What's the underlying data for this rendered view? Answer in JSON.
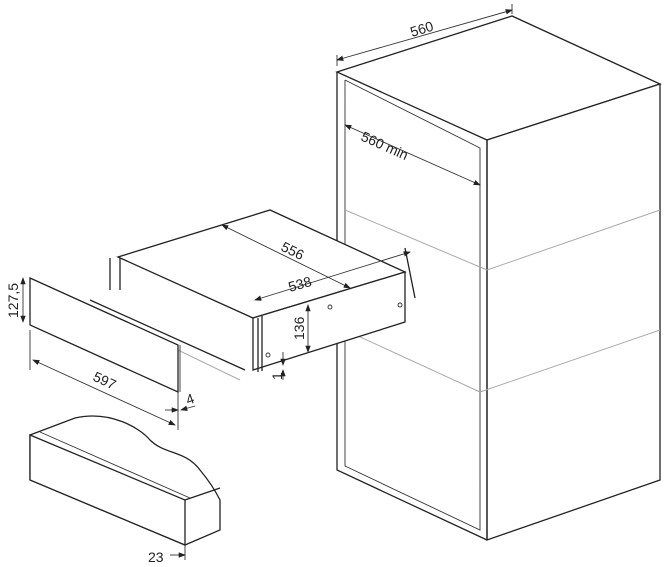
{
  "diagram": {
    "labels": {
      "cabinet_width": "560",
      "cabinet_min_opening": "560 min",
      "housing_depth": "556",
      "housing_width": "538",
      "housing_height": "136",
      "gap": "1",
      "panel_height": "127,5",
      "panel_width": "597",
      "panel_offset": "4",
      "panel_thickness": "23"
    }
  }
}
